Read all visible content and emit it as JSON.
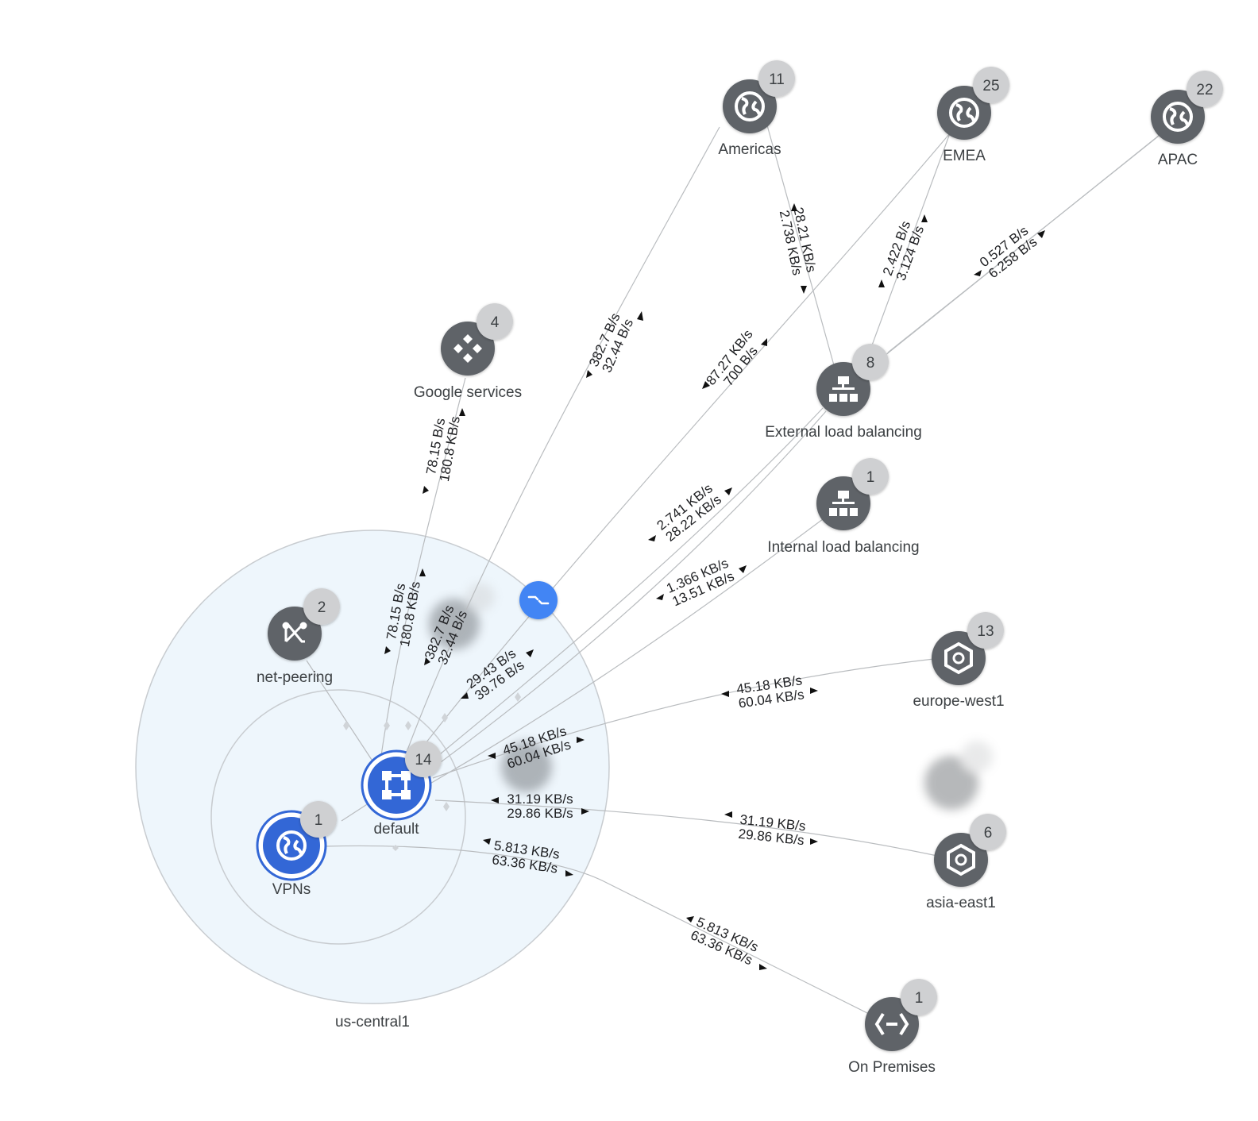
{
  "colors": {
    "node_fill": "#5f6368",
    "node_selected": "#3367d6",
    "badge": "#cfd0d2",
    "zone_fill": "#eef6fc",
    "zone_stroke": "#c8ccd0",
    "edge": "#b9bcbf",
    "router": "#4285f4"
  },
  "zones": {
    "region_label": "us-central1"
  },
  "nodes": [
    {
      "id": "americas",
      "label": "Americas",
      "count": "11",
      "icon": "globe-icon"
    },
    {
      "id": "emea",
      "label": "EMEA",
      "count": "25",
      "icon": "globe-icon"
    },
    {
      "id": "apac",
      "label": "APAC",
      "count": "22",
      "icon": "globe-icon"
    },
    {
      "id": "google",
      "label": "Google services",
      "count": "4",
      "icon": "google-services-icon"
    },
    {
      "id": "elb",
      "label": "External load balancing",
      "count": "8",
      "icon": "load-balancer-icon"
    },
    {
      "id": "ilb",
      "label": "Internal load balancing",
      "count": "1",
      "icon": "load-balancer-icon"
    },
    {
      "id": "peering",
      "label": "net-peering",
      "count": "2",
      "icon": "peering-icon"
    },
    {
      "id": "default",
      "label": "default",
      "count": "14",
      "icon": "network-icon"
    },
    {
      "id": "vpns",
      "label": "VPNs",
      "count": "1",
      "icon": "vpn-globe-icon"
    },
    {
      "id": "ew1",
      "label": "europe-west1",
      "count": "13",
      "icon": "region-hex-icon"
    },
    {
      "id": "ae1",
      "label": "asia-east1",
      "count": "6",
      "icon": "region-hex-icon"
    },
    {
      "id": "onprem",
      "label": "On Premises",
      "count": "1",
      "icon": "on-premises-icon"
    }
  ],
  "edges": [
    {
      "id": "americas-elb",
      "in": "28.21 KB/s",
      "out": "2.738 KB/s"
    },
    {
      "id": "emea-elb",
      "in": "2.422 B/s",
      "out": "3.124 B/s"
    },
    {
      "id": "apac-elb",
      "in": "0.527 B/s",
      "out": "6.258 B/s"
    },
    {
      "id": "default-americas",
      "in": "382.7 B/s",
      "out": "32.44 B/s"
    },
    {
      "id": "default-emea",
      "in": "87.27 KB/s",
      "out": "700 B/s"
    },
    {
      "id": "default-google",
      "in": "78.15 B/s",
      "out": "180.8 KB/s"
    },
    {
      "id": "default-google-near",
      "in": "78.15 B/s",
      "out": "180.8 KB/s"
    },
    {
      "id": "default-americas-near",
      "in": "382.7 B/s",
      "out": "32.44 B/s"
    },
    {
      "id": "default-elb",
      "in": "2.741 KB/s",
      "out": "28.22 KB/s"
    },
    {
      "id": "default-elb-near",
      "in": "29.43 B/s",
      "out": "39.76 B/s"
    },
    {
      "id": "default-ilb",
      "in": "1.366 KB/s",
      "out": "13.51 KB/s"
    },
    {
      "id": "default-ew1",
      "in": "45.18 KB/s",
      "out": "60.04 KB/s"
    },
    {
      "id": "default-ew1-near",
      "in": "45.18 KB/s",
      "out": "60.04 KB/s"
    },
    {
      "id": "default-ae1",
      "in": "31.19 KB/s",
      "out": "29.86 KB/s"
    },
    {
      "id": "default-ae1-near",
      "in": "31.19 KB/s",
      "out": "29.86 KB/s"
    },
    {
      "id": "vpns-onprem",
      "in": "5.813 KB/s",
      "out": "63.36 KB/s"
    },
    {
      "id": "vpns-onprem-near",
      "in": "5.813 KB/s",
      "out": "63.36 KB/s"
    }
  ]
}
